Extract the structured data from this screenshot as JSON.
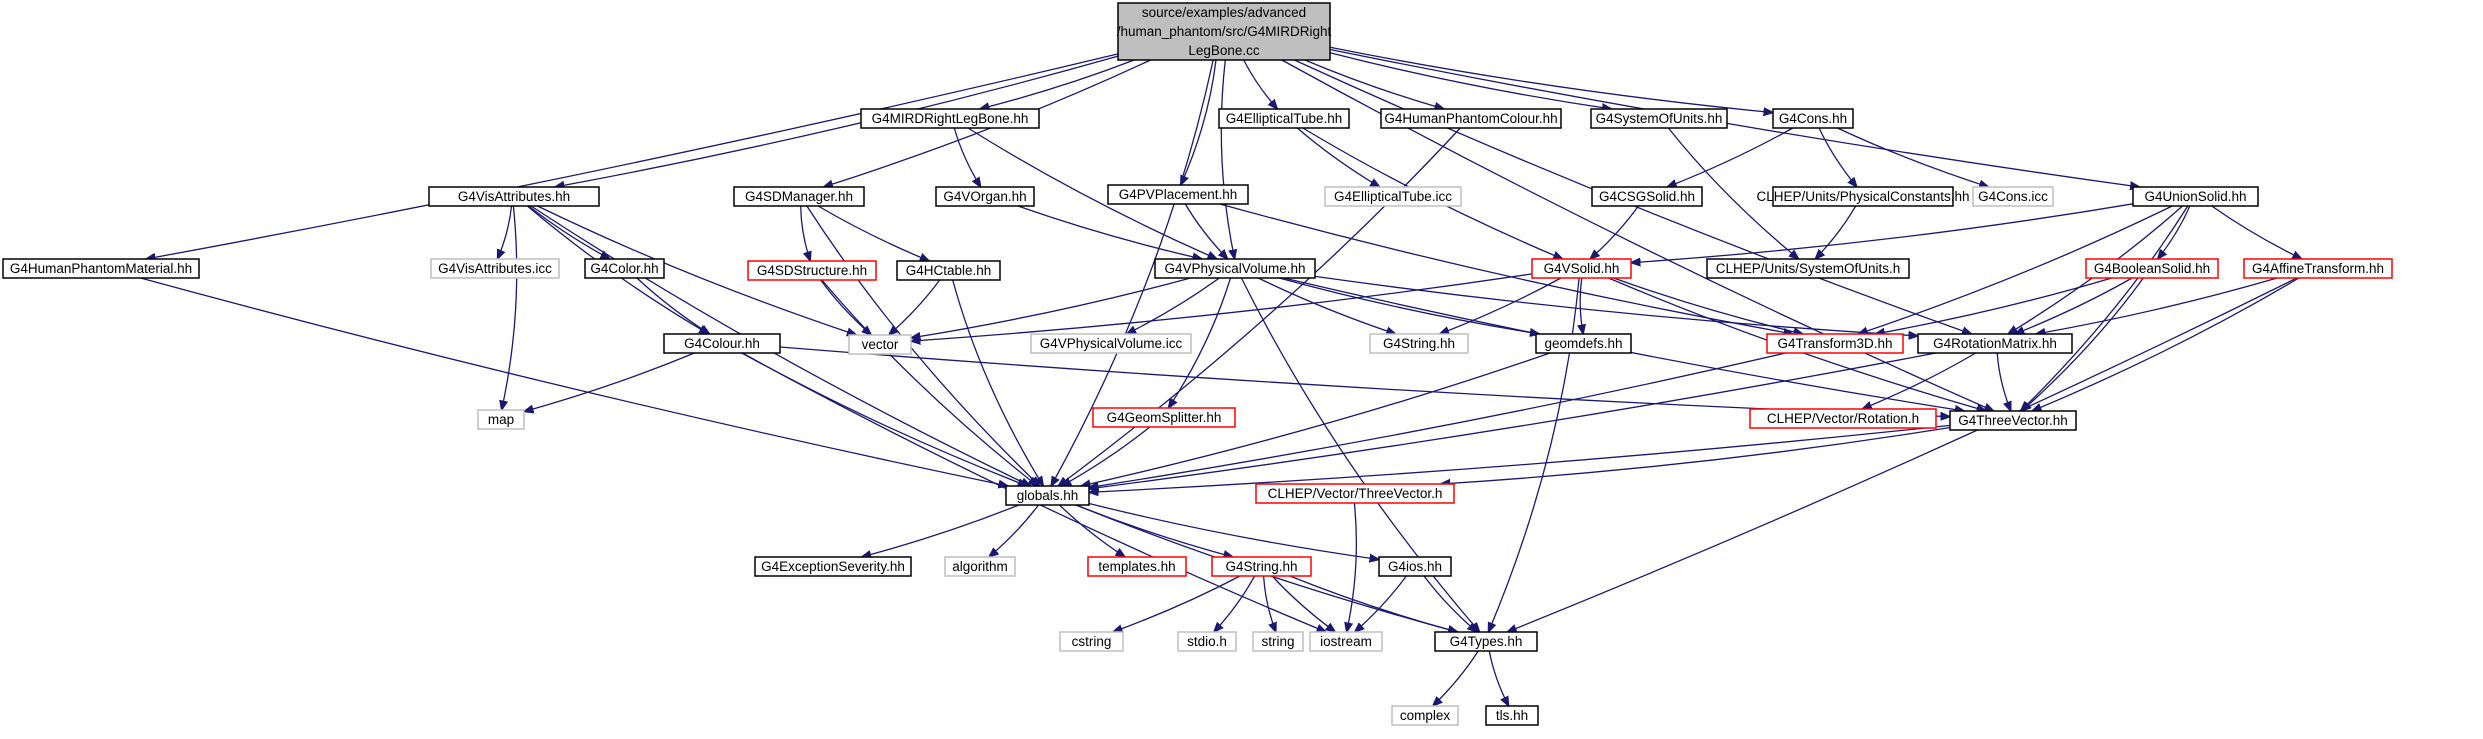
{
  "colors": {
    "edge": "#191970",
    "border_normal": "#000000",
    "border_missing": "#bfbfbf",
    "border_truncated": "#ff0000",
    "root_fill": "#bfbfbf",
    "node_fill": "#ffffff",
    "text": "#000000"
  },
  "nodes": [
    {
      "id": "root",
      "lines": [
        "source/examples/advanced",
        "/human_phantom/src/G4MIRDRight",
        "LegBone.cc"
      ],
      "kind": "root"
    },
    {
      "id": "humanmat",
      "lines": [
        "G4HumanPhantomMaterial.hh"
      ],
      "kind": "normal"
    },
    {
      "id": "visattr",
      "lines": [
        "G4VisAttributes.hh"
      ],
      "kind": "normal"
    },
    {
      "id": "visattricc",
      "lines": [
        "G4VisAttributes.icc"
      ],
      "kind": "missing"
    },
    {
      "id": "color",
      "lines": [
        "G4Color.hh"
      ],
      "kind": "normal"
    },
    {
      "id": "colour",
      "lines": [
        "G4Colour.hh"
      ],
      "kind": "normal"
    },
    {
      "id": "map",
      "lines": [
        "map"
      ],
      "kind": "missing"
    },
    {
      "id": "mirdleg",
      "lines": [
        "G4MIRDRightLegBone.hh"
      ],
      "kind": "normal"
    },
    {
      "id": "sdmanager",
      "lines": [
        "G4SDManager.hh"
      ],
      "kind": "normal"
    },
    {
      "id": "vorgan",
      "lines": [
        "G4VOrgan.hh"
      ],
      "kind": "normal"
    },
    {
      "id": "sdstructure",
      "lines": [
        "G4SDStructure.hh"
      ],
      "kind": "truncated"
    },
    {
      "id": "hctable",
      "lines": [
        "G4HCtable.hh"
      ],
      "kind": "normal"
    },
    {
      "id": "vector",
      "lines": [
        "vector"
      ],
      "kind": "missing"
    },
    {
      "id": "elltube",
      "lines": [
        "G4EllipticalTube.hh"
      ],
      "kind": "normal"
    },
    {
      "id": "elltubeicc",
      "lines": [
        "G4EllipticalTube.icc"
      ],
      "kind": "missing"
    },
    {
      "id": "pvplacement",
      "lines": [
        "G4PVPlacement.hh"
      ],
      "kind": "normal"
    },
    {
      "id": "vphysvol",
      "lines": [
        "G4VPhysicalVolume.hh"
      ],
      "kind": "normal"
    },
    {
      "id": "vphysvolicc",
      "lines": [
        "G4VPhysicalVolume.icc"
      ],
      "kind": "missing"
    },
    {
      "id": "geomsplitter",
      "lines": [
        "G4GeomSplitter.hh"
      ],
      "kind": "truncated"
    },
    {
      "id": "humancolour",
      "lines": [
        "G4HumanPhantomColour.hh"
      ],
      "kind": "normal"
    },
    {
      "id": "sysunits",
      "lines": [
        "G4SystemOfUnits.hh"
      ],
      "kind": "normal"
    },
    {
      "id": "cons",
      "lines": [
        "G4Cons.hh"
      ],
      "kind": "normal"
    },
    {
      "id": "csgsolid",
      "lines": [
        "G4CSGSolid.hh"
      ],
      "kind": "normal"
    },
    {
      "id": "physconst",
      "lines": [
        "CLHEP/Units/PhysicalConstants.hh"
      ],
      "kind": "normal"
    },
    {
      "id": "consicc",
      "lines": [
        "G4Cons.icc"
      ],
      "kind": "missing"
    },
    {
      "id": "clhepunits",
      "lines": [
        "CLHEP/Units/SystemOfUnits.h"
      ],
      "kind": "normal"
    },
    {
      "id": "vsolid",
      "lines": [
        "G4VSolid.hh"
      ],
      "kind": "truncated"
    },
    {
      "id": "g4stringtop",
      "lines": [
        "G4String.hh"
      ],
      "kind": "missing"
    },
    {
      "id": "geomdefs",
      "lines": [
        "geomdefs.hh"
      ],
      "kind": "normal"
    },
    {
      "id": "unionsolid",
      "lines": [
        "G4UnionSolid.hh"
      ],
      "kind": "normal"
    },
    {
      "id": "boolsolid",
      "lines": [
        "G4BooleanSolid.hh"
      ],
      "kind": "truncated"
    },
    {
      "id": "affine",
      "lines": [
        "G4AffineTransform.hh"
      ],
      "kind": "truncated"
    },
    {
      "id": "transform3d",
      "lines": [
        "G4Transform3D.hh"
      ],
      "kind": "truncated"
    },
    {
      "id": "rotmatrix",
      "lines": [
        "G4RotationMatrix.hh"
      ],
      "kind": "normal"
    },
    {
      "id": "clheprot",
      "lines": [
        "CLHEP/Vector/Rotation.h"
      ],
      "kind": "truncated"
    },
    {
      "id": "threevec",
      "lines": [
        "G4ThreeVector.hh"
      ],
      "kind": "normal"
    },
    {
      "id": "clhepthreevec",
      "lines": [
        "CLHEP/Vector/ThreeVector.h"
      ],
      "kind": "truncated"
    },
    {
      "id": "globals",
      "lines": [
        "globals.hh"
      ],
      "kind": "normal"
    },
    {
      "id": "excsev",
      "lines": [
        "G4ExceptionSeverity.hh"
      ],
      "kind": "normal"
    },
    {
      "id": "algorithm",
      "lines": [
        "algorithm"
      ],
      "kind": "missing"
    },
    {
      "id": "templates",
      "lines": [
        "templates.hh"
      ],
      "kind": "truncated"
    },
    {
      "id": "g4string",
      "lines": [
        "G4String.hh"
      ],
      "kind": "truncated"
    },
    {
      "id": "g4ios",
      "lines": [
        "G4ios.hh"
      ],
      "kind": "normal"
    },
    {
      "id": "cstring",
      "lines": [
        "cstring"
      ],
      "kind": "missing"
    },
    {
      "id": "stdio",
      "lines": [
        "stdio.h"
      ],
      "kind": "missing"
    },
    {
      "id": "string",
      "lines": [
        "string"
      ],
      "kind": "missing"
    },
    {
      "id": "iostream",
      "lines": [
        "iostream"
      ],
      "kind": "missing"
    },
    {
      "id": "g4types",
      "lines": [
        "G4Types.hh"
      ],
      "kind": "normal"
    },
    {
      "id": "complex",
      "lines": [
        "complex"
      ],
      "kind": "missing"
    },
    {
      "id": "tls",
      "lines": [
        "tls.hh"
      ],
      "kind": "normal"
    }
  ],
  "edges": [
    [
      "root",
      "humanmat"
    ],
    [
      "root",
      "visattr"
    ],
    [
      "root",
      "mirdleg"
    ],
    [
      "root",
      "sdmanager"
    ],
    [
      "root",
      "elltube"
    ],
    [
      "root",
      "pvplacement"
    ],
    [
      "root",
      "vphysvol"
    ],
    [
      "root",
      "humancolour"
    ],
    [
      "root",
      "sysunits"
    ],
    [
      "root",
      "cons"
    ],
    [
      "root",
      "unionsolid"
    ],
    [
      "root",
      "rotmatrix"
    ],
    [
      "root",
      "threevec"
    ],
    [
      "root",
      "globals"
    ],
    [
      "humanmat",
      "globals"
    ],
    [
      "visattr",
      "visattricc"
    ],
    [
      "visattr",
      "color"
    ],
    [
      "visattr",
      "colour"
    ],
    [
      "visattr",
      "map"
    ],
    [
      "visattr",
      "vector"
    ],
    [
      "visattr",
      "globals"
    ],
    [
      "color",
      "colour"
    ],
    [
      "colour",
      "map"
    ],
    [
      "colour",
      "globals"
    ],
    [
      "colour",
      "threevec"
    ],
    [
      "colour",
      "iostream"
    ],
    [
      "mirdleg",
      "vorgan"
    ],
    [
      "mirdleg",
      "vphysvol"
    ],
    [
      "vorgan",
      "vphysvol"
    ],
    [
      "sdmanager",
      "sdstructure"
    ],
    [
      "sdmanager",
      "hctable"
    ],
    [
      "sdmanager",
      "globals"
    ],
    [
      "sdstructure",
      "vector"
    ],
    [
      "sdstructure",
      "globals"
    ],
    [
      "hctable",
      "vector"
    ],
    [
      "hctable",
      "globals"
    ],
    [
      "elltube",
      "elltubeicc"
    ],
    [
      "elltube",
      "vsolid"
    ],
    [
      "pvplacement",
      "vphysvol"
    ],
    [
      "pvplacement",
      "transform3d"
    ],
    [
      "vphysvol",
      "vector"
    ],
    [
      "vphysvol",
      "vphysvolicc"
    ],
    [
      "vphysvol",
      "geomsplitter"
    ],
    [
      "vphysvol",
      "g4stringtop"
    ],
    [
      "vphysvol",
      "geomdefs"
    ],
    [
      "vphysvol",
      "rotmatrix"
    ],
    [
      "vphysvol",
      "threevec"
    ],
    [
      "vphysvol",
      "g4types"
    ],
    [
      "geomsplitter",
      "globals"
    ],
    [
      "humancolour",
      "globals"
    ],
    [
      "sysunits",
      "clhepunits"
    ],
    [
      "cons",
      "csgsolid"
    ],
    [
      "cons",
      "physconst"
    ],
    [
      "cons",
      "consicc"
    ],
    [
      "physconst",
      "clhepunits"
    ],
    [
      "csgsolid",
      "vsolid"
    ],
    [
      "vsolid",
      "vector"
    ],
    [
      "vsolid",
      "g4stringtop"
    ],
    [
      "vsolid",
      "geomdefs"
    ],
    [
      "vsolid",
      "threevec"
    ],
    [
      "vsolid",
      "g4types"
    ],
    [
      "vsolid",
      "transform3d"
    ],
    [
      "geomdefs",
      "globals"
    ],
    [
      "unionsolid",
      "vsolid"
    ],
    [
      "unionsolid",
      "boolsolid"
    ],
    [
      "unionsolid",
      "affine"
    ],
    [
      "unionsolid",
      "transform3d"
    ],
    [
      "unionsolid",
      "rotmatrix"
    ],
    [
      "unionsolid",
      "threevec"
    ],
    [
      "boolsolid",
      "transform3d"
    ],
    [
      "boolsolid",
      "rotmatrix"
    ],
    [
      "boolsolid",
      "threevec"
    ],
    [
      "affine",
      "rotmatrix"
    ],
    [
      "affine",
      "threevec"
    ],
    [
      "affine",
      "g4types"
    ],
    [
      "transform3d",
      "globals"
    ],
    [
      "rotmatrix",
      "clheprot"
    ],
    [
      "rotmatrix",
      "threevec"
    ],
    [
      "rotmatrix",
      "globals"
    ],
    [
      "threevec",
      "globals"
    ],
    [
      "threevec",
      "clhepthreevec"
    ],
    [
      "clhepthreevec",
      "iostream"
    ],
    [
      "globals",
      "excsev"
    ],
    [
      "globals",
      "algorithm"
    ],
    [
      "globals",
      "templates"
    ],
    [
      "globals",
      "g4string"
    ],
    [
      "globals",
      "g4ios"
    ],
    [
      "globals",
      "g4types"
    ],
    [
      "g4string",
      "cstring"
    ],
    [
      "g4string",
      "stdio"
    ],
    [
      "g4string",
      "string"
    ],
    [
      "g4string",
      "iostream"
    ],
    [
      "g4string",
      "g4types"
    ],
    [
      "g4ios",
      "iostream"
    ],
    [
      "g4ios",
      "g4types"
    ],
    [
      "g4types",
      "complex"
    ],
    [
      "g4types",
      "tls"
    ]
  ]
}
